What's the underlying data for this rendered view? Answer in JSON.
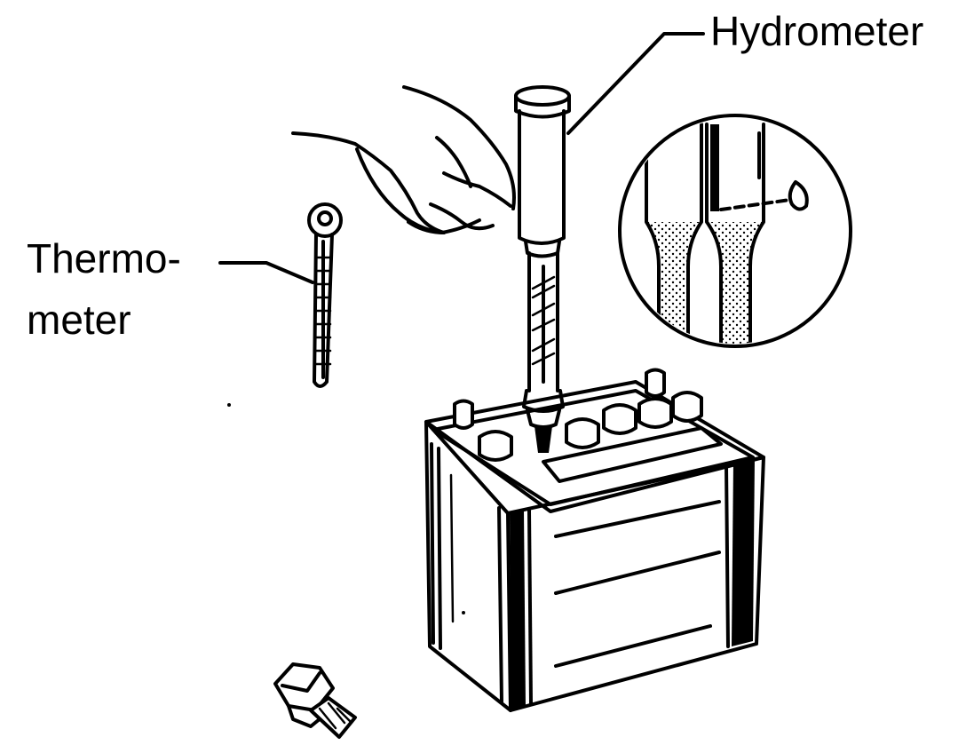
{
  "labels": {
    "hydrometer": "Hydrometer",
    "thermometer_line1": "Thermo-",
    "thermometer_line2": "meter"
  },
  "colors": {
    "ink": "#000000",
    "paper": "#ffffff"
  },
  "icons": {
    "battery": "battery-icon",
    "hydrometer": "hydrometer-icon",
    "thermometer": "thermometer-icon",
    "hand": "hand-icon",
    "bolt": "bolt-icon",
    "magnifier_inset": "magnified-reading-icon"
  }
}
